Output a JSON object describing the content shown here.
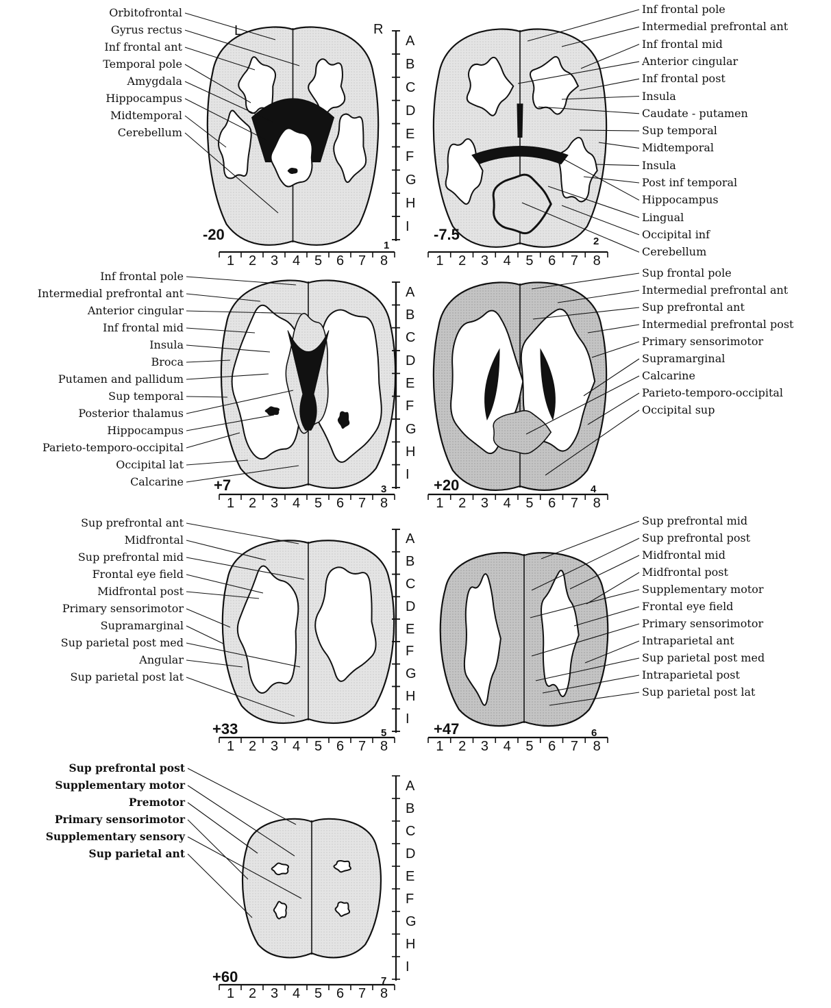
{
  "orientation": {
    "left": "L",
    "right": "R"
  },
  "row_letters": [
    "A",
    "B",
    "C",
    "D",
    "E",
    "F",
    "G",
    "H",
    "I"
  ],
  "col_numbers": [
    "1",
    "2",
    "3",
    "4",
    "5",
    "6",
    "7",
    "8"
  ],
  "colors": {
    "cortex_fill": "#e0e0e0",
    "cortex_fill_dark": "#bdbdbd",
    "outline": "#111111",
    "ventricle": "#111111",
    "white_matter": "#ffffff"
  },
  "panels": [
    {
      "id": "1",
      "number": "1",
      "level": "-20",
      "labels": [
        "Orbitofrontal",
        "Gyrus rectus",
        "Inf frontal ant",
        "Temporal pole",
        "Amygdala",
        "Hippocampus",
        "Midtemporal",
        "Cerebellum"
      ]
    },
    {
      "id": "2",
      "number": "2",
      "level": "-7.5",
      "labels": [
        "Inf frontal pole",
        "Intermedial prefrontal ant",
        "Inf frontal mid",
        "Anterior cingular",
        "Inf frontal post",
        "Insula",
        "Caudate - putamen",
        "Sup temporal",
        "Midtemporal",
        "Insula",
        "Post inf temporal",
        "Hippocampus",
        "Lingual",
        "Occipital inf",
        "Cerebellum"
      ]
    },
    {
      "id": "3",
      "number": "3",
      "level": "+7",
      "labels": [
        "Inf frontal pole",
        "Intermedial prefrontal ant",
        "Anterior cingular",
        "Inf frontal mid",
        "Insula",
        "Broca",
        "Putamen and pallidum",
        "Sup temporal",
        "Posterior thalamus",
        "Hippocampus",
        "Parieto-temporo-occipital",
        "Occipital lat",
        "Calcarine"
      ]
    },
    {
      "id": "4",
      "number": "4",
      "level": "+20",
      "labels": [
        "Sup frontal pole",
        "Intermedial prefrontal ant",
        "Sup prefrontal ant",
        "Intermedial prefrontal post",
        "Primary sensorimotor",
        "Supramarginal",
        "Calcarine",
        "Parieto-temporo-occipital",
        "Occipital sup"
      ]
    },
    {
      "id": "5",
      "number": "5",
      "level": "+33",
      "labels": [
        "Sup prefrontal ant",
        "Midfrontal",
        "Sup prefrontal mid",
        "Frontal eye field",
        "Midfrontal post",
        "Primary sensorimotor",
        "Supramarginal",
        "Sup parietal post med",
        "Angular",
        "Sup parietal post lat"
      ]
    },
    {
      "id": "6",
      "number": "6",
      "level": "+47",
      "labels": [
        "Sup prefrontal mid",
        "Sup prefrontal post",
        "Midfrontal mid",
        "Midfrontal post",
        "Supplementary motor",
        "Frontal eye field",
        "Primary sensorimotor",
        "Intraparietal ant",
        "Sup parietal post med",
        "Intraparietal post",
        "Sup parietal post lat"
      ]
    },
    {
      "id": "7",
      "number": "7",
      "level": "+60",
      "labels": [
        "Sup prefrontal post",
        "Supplementary motor",
        "Premotor",
        "Primary sensorimotor",
        "Supplementary sensory",
        "Sup parietal ant"
      ]
    }
  ]
}
